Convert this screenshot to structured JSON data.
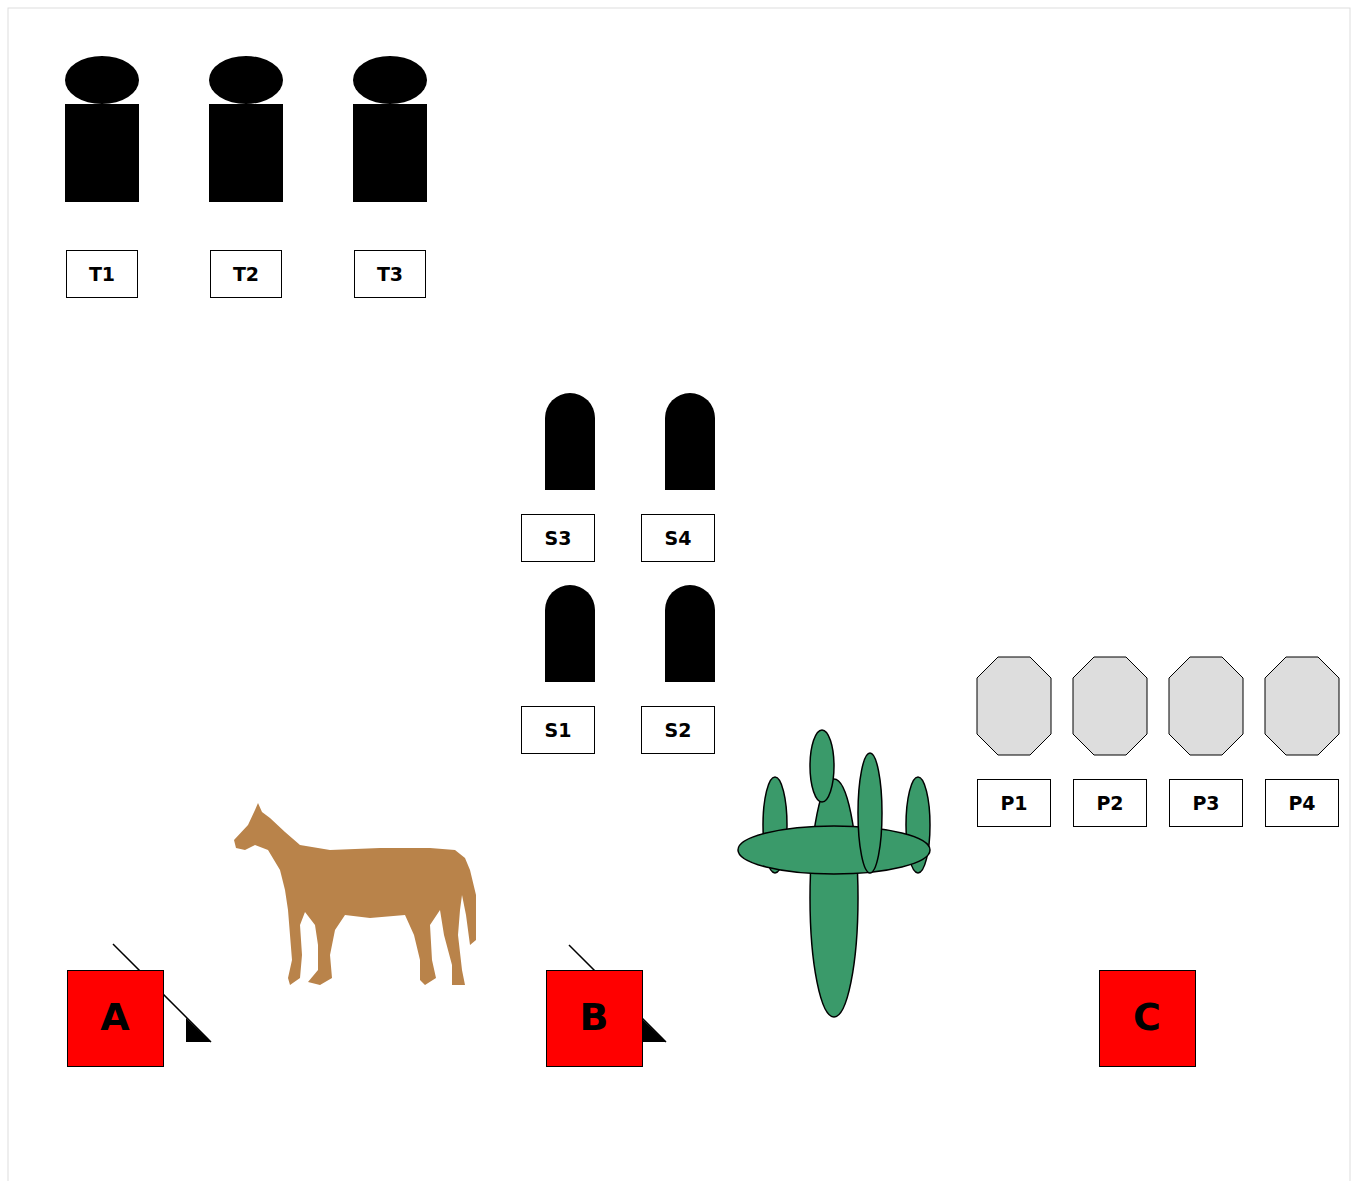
{
  "diagram": {
    "nodes": [
      {
        "text": [
          "T1"
        ]
      },
      {
        "text": [
          "T2"
        ]
      },
      {
        "text": [
          "T3"
        ]
      },
      {
        "text": [
          "S3"
        ]
      },
      {
        "text": [
          "S4"
        ]
      },
      {
        "text": [
          "S1"
        ]
      },
      {
        "text": [
          "S2"
        ]
      },
      {
        "text": [
          "P1"
        ]
      },
      {
        "text": [
          "P2"
        ]
      },
      {
        "text": [
          "P3"
        ]
      },
      {
        "text": [
          "P4"
        ]
      },
      {
        "text": [
          "A"
        ]
      },
      {
        "text": [
          "B"
        ]
      },
      {
        "text": [
          "C"
        ]
      }
    ]
  }
}
